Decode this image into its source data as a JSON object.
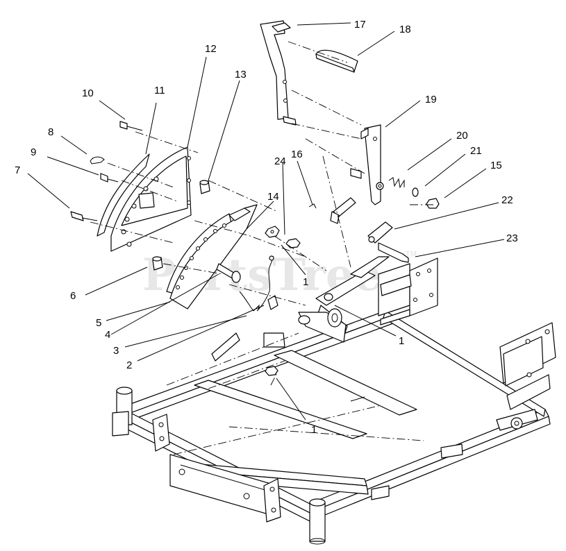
{
  "watermark": {
    "text": "PartsTree",
    "mark": "TM"
  },
  "callouts": {
    "c1a": "1",
    "c1b": "1",
    "c1c": "1",
    "c2": "2",
    "c3": "3",
    "c4": "4",
    "c5": "5",
    "c6": "6",
    "c7": "7",
    "c8": "8",
    "c9": "9",
    "c10": "10",
    "c11": "11",
    "c12": "12",
    "c13": "13",
    "c14": "14",
    "c15": "15",
    "c16": "16",
    "c17": "17",
    "c18": "18",
    "c19": "19",
    "c20": "20",
    "c21": "21",
    "c22": "22",
    "c23": "23",
    "c24": "24"
  }
}
